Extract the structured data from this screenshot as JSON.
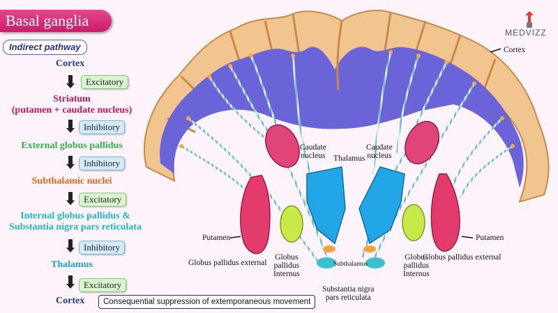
{
  "header": {
    "title": "Basal ganglia",
    "subtitle": "Indirect pathway"
  },
  "flow": {
    "steps": [
      {
        "label": "Cortex",
        "color": "#1d3a9c"
      },
      {
        "label": "Striatum",
        "label2": "(putamen + caudate nucleus)",
        "color": "#c2185b"
      },
      {
        "label": "External globus pallidus",
        "color": "#33b24a"
      },
      {
        "label": "Subthalamic nuclei",
        "color": "#e06a1a"
      },
      {
        "label": "Internal globus pallidus &",
        "label2": "Substantia nigra pars reticulata",
        "color": "#1fb8c5"
      },
      {
        "label": "Thalamus",
        "color": "#1fa0d8"
      },
      {
        "label": "Cortex",
        "color": "#1d3a9c"
      }
    ],
    "connectors": [
      "Excitatory",
      "Inhibitory",
      "Inhibitory",
      "Excitatory",
      "Inhibitory",
      "Excitatory"
    ],
    "note": "Consequential suppression of extemporaneous movement"
  },
  "labels": {
    "cortex": "Cortex",
    "caudate_left": "Caudate",
    "caudate_left2": "nucleus",
    "caudate_right": "Caudate",
    "caudate_right2": "nucleus",
    "thalamus": "Thalamus",
    "putamen_left": "Putamen",
    "putamen_right": "Putamen",
    "gpe_left": "Globus pallidus external",
    "gpe_right": "Globus pallidus external",
    "gpi_left": "Globus",
    "gpi_left2": "pallidus",
    "gpi_left3": "Internus",
    "gpi_right": "Globus",
    "gpi_right2": "pallidus",
    "gpi_right3": "Internus",
    "subthalamus": "Subthalamus",
    "snr": "Substantia nigra",
    "snr2": "pars reticulata"
  },
  "logo": {
    "text": "MEDVIZZ",
    "colors": {
      "red": "#e53935",
      "gray": "#777777"
    }
  },
  "colors": {
    "cortex_gray": "#f2c48f",
    "white_matter": "#6b63d8",
    "caudate": "#e0457a",
    "putamen": "#e33b6b",
    "globus_pallidus": "#c7ea4a",
    "thalamus": "#23a6e8",
    "subthalamus": "#f5a23a",
    "substantia_nigra": "#39c1cf"
  }
}
